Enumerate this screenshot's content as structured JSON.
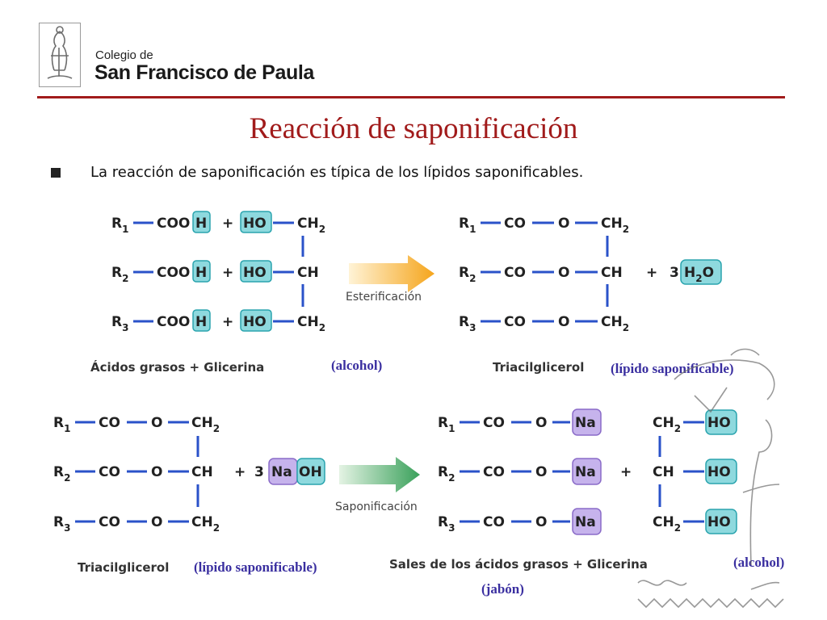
{
  "header": {
    "school_prefix": "Colegio de",
    "school_name": "San Francisco de Paula",
    "accent_color": "#a11b1b"
  },
  "slide": {
    "title": "Reacción de saponificación",
    "bullet": "La reacción de saponificación es típica de los lípidos saponificables."
  },
  "esterification": {
    "reactant_acid": [
      "R1 — COOH",
      "R2 — COOH",
      "R3 — COOH"
    ],
    "glycerol": [
      "HO — CH2",
      "HO — CH",
      "HO — CH2"
    ],
    "product": [
      "R1 — CO — O — CH2",
      "R2 — CO — O — CH",
      "R3 — CO — O — CH2"
    ],
    "water": "3 H2O",
    "arrow_label": "Esterificación",
    "label_reactants": "Ácidos grasos + Glicerina",
    "label_alcohol": "(alcohol)",
    "label_product": "Triacilglicerol",
    "label_product_type": "(lípido saponificable)"
  },
  "saponification": {
    "reactant": [
      "R1 — CO — O — CH2",
      "R2 — CO — O — CH",
      "R3 — CO — O — CH2"
    ],
    "base": "3 NaOH",
    "salts": [
      "R1 — CO — O Na",
      "R2 — CO — O Na",
      "R3 — CO — O Na"
    ],
    "glycerol": [
      "CH2 — HO",
      "CH — HO",
      "CH2 — HO"
    ],
    "arrow_label": "Saponificación",
    "label_reactant": "Triacilglicerol",
    "label_reactant_type": "(lípido saponificable)",
    "label_products": "Sales de los ácidos grasos + Glicerina",
    "label_soap": "(jabón)",
    "label_alcohol": "(alcohol)"
  },
  "colors": {
    "bond": "#2a52c9",
    "h_box": "#8ed9de",
    "na_box": "#c6b3ec",
    "paren_text": "#3a2fa0"
  },
  "text": {
    "R": "R",
    "n1": "1",
    "n2": "2",
    "n3": "3",
    "COOH": "COO",
    "H": "H",
    "HO": "HO",
    "CH": "CH",
    "CO": "CO",
    "O": "O",
    "Na": "Na",
    "OH": "OH",
    "plus": "+",
    "three": "3"
  }
}
